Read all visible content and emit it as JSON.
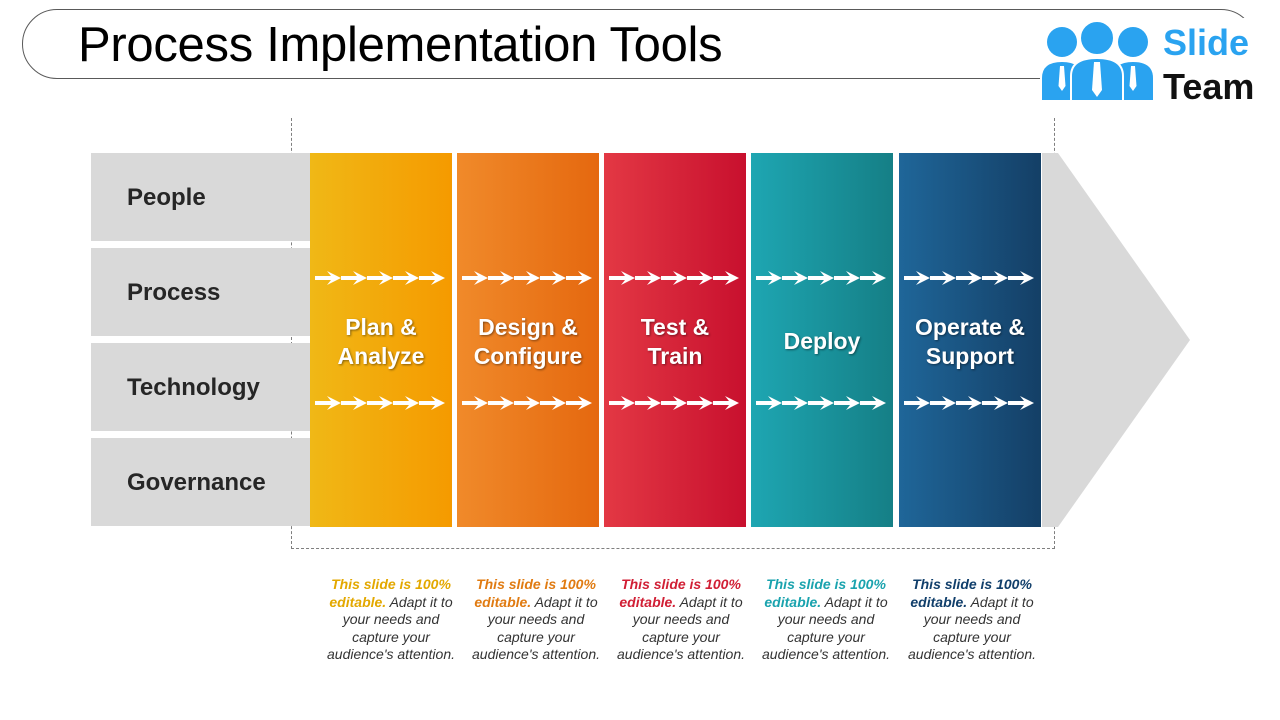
{
  "title": "Process Implementation Tools",
  "logo": {
    "line1": "Slide",
    "line2": "Team",
    "brand_color": "#2aa3f0"
  },
  "rows": [
    "People",
    "Process",
    "Technology",
    "Governance"
  ],
  "phases": [
    {
      "line1": "Plan &",
      "line2": "Analyze",
      "color_start": "#f0b816",
      "color_end": "#f59a00",
      "note_bold": "This slide is 100% editable.",
      "note_text": "Adapt it to your needs and capture your audience's attention."
    },
    {
      "line1": "Design &",
      "line2": "Configure",
      "color_start": "#f08a2a",
      "color_end": "#e5680f",
      "note_bold": "This slide is 100% editable.",
      "note_text": "Adapt it to your needs and capture your audience's attention."
    },
    {
      "line1": "Test &",
      "line2": "Train",
      "color_start": "#e33844",
      "color_end": "#c8102e",
      "note_bold": "This slide is 100% editable.",
      "note_text": "Adapt it to your needs and capture your audience's attention."
    },
    {
      "line1": "Deploy",
      "line2": "",
      "color_start": "#1ea6b2",
      "color_end": "#157f86",
      "note_bold": "This slide is 100% editable.",
      "note_text": "Adapt it to your needs and capture your audience's attention."
    },
    {
      "line1": "Operate &",
      "line2": "Support",
      "color_start": "#1f6699",
      "color_end": "#143f66",
      "note_bold": "This slide is 100% editable.",
      "note_text": "Adapt it to your needs and capture your audience's attention."
    }
  ],
  "note_colors": [
    "#e3a800",
    "#e07b12",
    "#d11f35",
    "#1aa3ae",
    "#113f6b"
  ]
}
